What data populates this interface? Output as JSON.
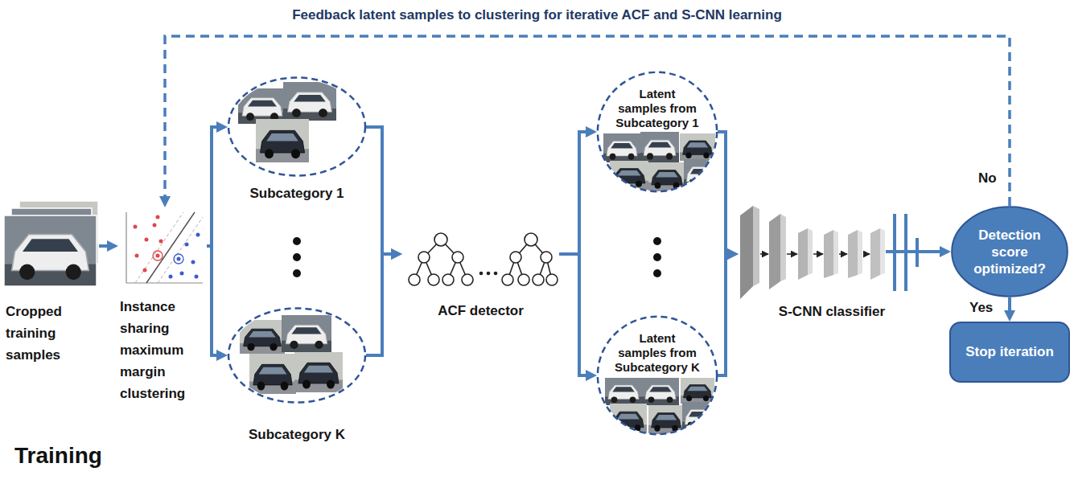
{
  "diagram": {
    "title": "Feedback latent samples to clustering for iterative ACF and S-CNN learning",
    "nodes": [
      {
        "text": [
          "Cropped training samples"
        ]
      },
      {
        "text": [
          "Instance sharing maximum margin clustering"
        ]
      },
      {
        "text": [
          "Subcategory 1"
        ]
      },
      {
        "text": [
          "Subcategory K"
        ]
      },
      {
        "text": [
          "ACF detector"
        ]
      },
      {
        "text": [
          "Latent samples from Subcategory 1"
        ]
      },
      {
        "text": [
          "Latent samples from Subcategory K"
        ]
      },
      {
        "text": [
          "S-CNN classifier"
        ]
      },
      {
        "text": [
          "Detection score optimized?"
        ]
      },
      {
        "text": [
          "Stop iteration"
        ]
      }
    ],
    "edges": [
      {
        "from": 0,
        "to": 1,
        "arrow": "to"
      },
      {
        "from": 1,
        "to": 2,
        "arrow": "to"
      },
      {
        "from": 1,
        "to": 3,
        "arrow": "to"
      },
      {
        "from": 2,
        "to": 4,
        "arrow": "to"
      },
      {
        "from": 3,
        "to": 4,
        "arrow": "to"
      },
      {
        "from": 4,
        "to": 5,
        "arrow": "to"
      },
      {
        "from": 4,
        "to": 6,
        "arrow": "to"
      },
      {
        "from": 5,
        "to": 7,
        "arrow": "to"
      },
      {
        "from": 6,
        "to": 7,
        "arrow": "to"
      },
      {
        "from": 7,
        "to": 8,
        "arrow": "to"
      },
      {
        "from": 8,
        "to": 9,
        "label": "Yes",
        "arrow": "to"
      },
      {
        "from": 8,
        "to": 1,
        "label": "No",
        "arrow": "to"
      }
    ],
    "labels": [
      "Training"
    ]
  }
}
